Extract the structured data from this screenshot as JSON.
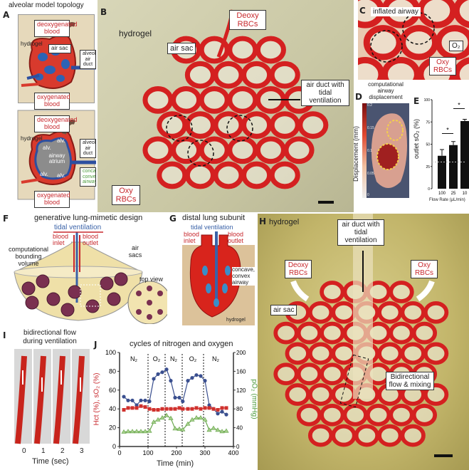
{
  "panels": {
    "A": {
      "letter": "A",
      "title": "alveolar model topology",
      "hydrogel": "hydrogel",
      "deoxy": "deoxygenated blood",
      "oxy": "oxygenated blood",
      "air_sac": "air sac",
      "air_duct": "alveolar air duct",
      "alv": "alv.",
      "atrium": "airway atrium",
      "airway": "concave, convex airway"
    },
    "B": {
      "letter": "B",
      "hydrogel": "hydrogel",
      "deoxy": "Deoxy RBCs",
      "air_sac": "air sac",
      "air_duct": "air duct with tidal ventilation",
      "oxy": "Oxy RBCs"
    },
    "C": {
      "letter": "C",
      "inflated": "inflated airway",
      "o2": "O₂",
      "oxy": "Oxy RBCs"
    },
    "D": {
      "letter": "D",
      "title": "computational airway displacement",
      "axis": "Displacement (mm)",
      "ticks": [
        "0.2",
        "0.15",
        "0.1",
        "0.05",
        "0"
      ]
    },
    "F": {
      "letter": "F",
      "title": "generative lung-mimetic design",
      "tidal": "tidal ventilation",
      "inlet": "blood inlet",
      "outlet": "blood outlet",
      "bounding": "computational bounding volume",
      "air_sacs": "air sacs",
      "top_view": "top view"
    },
    "G": {
      "letter": "G",
      "title": "distal lung subunit",
      "tidal": "tidal ventilation",
      "inlet": "blood inlet",
      "outlet": "blood outlet",
      "airway": "concave, convex airway",
      "hydrogel": "hydrogel"
    },
    "H": {
      "letter": "H",
      "hydrogel": "hydrogel",
      "air_duct": "air duct with tidal ventilation",
      "deoxy": "Deoxy RBCs",
      "oxy": "Oxy RBCs",
      "air_sac": "air sac",
      "flow": "Bidirectional flow & mixing"
    },
    "I": {
      "letter": "I",
      "title": "bidirectional flow during ventilation",
      "frames": [
        "0",
        "1",
        "2",
        "3"
      ],
      "xlabel": "Time (sec)"
    }
  },
  "chart_data": [
    {
      "id": "E",
      "letter": "E",
      "type": "bar",
      "categories": [
        "100",
        "25",
        "10"
      ],
      "values": [
        37,
        49,
        76
      ],
      "errors": [
        7,
        4,
        2
      ],
      "ylabel": "outlet sO₂ (%)",
      "xlabel": "Flow Rate (µL/min)",
      "ylim": [
        0,
        100
      ],
      "yticks": [
        0,
        25,
        50,
        75,
        100
      ],
      "reference_line": 30,
      "significance": [
        "*",
        "*"
      ],
      "color": "#111111"
    },
    {
      "id": "J",
      "letter": "J",
      "type": "line",
      "title": "cycles of nitrogen and oxygen",
      "xlabel": "Time (min)",
      "ylabel_left": "Hct (%), sO₂ (%)",
      "ylabel_right": "pO₂ (mmHg)",
      "xlim": [
        0,
        400
      ],
      "ylim_left": [
        0,
        100
      ],
      "ylim_right": [
        0,
        200
      ],
      "xticks": [
        0,
        100,
        200,
        300,
        400
      ],
      "yticks_left": [
        0,
        20,
        40,
        60,
        80,
        100
      ],
      "yticks_right": [
        0,
        40,
        80,
        120,
        160,
        200
      ],
      "phase_boundaries": [
        100,
        160,
        220,
        295
      ],
      "phases": [
        "N₂",
        "O₂",
        "N₂",
        "O₂",
        "N₂"
      ],
      "x": [
        15,
        30,
        45,
        60,
        75,
        90,
        105,
        120,
        135,
        150,
        165,
        180,
        195,
        210,
        222,
        240,
        255,
        270,
        285,
        300,
        315,
        330,
        345,
        360,
        375
      ],
      "series": [
        {
          "name": "sO₂",
          "axis": "left",
          "marker": "circle",
          "color": "#3a4f8f",
          "values": [
            53,
            49,
            49,
            44,
            49,
            49,
            48,
            72,
            77,
            79,
            82,
            70,
            52,
            52,
            48,
            70,
            73,
            76,
            75,
            70,
            44,
            40,
            35,
            37,
            34
          ]
        },
        {
          "name": "Hct",
          "axis": "left",
          "marker": "square",
          "color": "#d0312d",
          "values": [
            39,
            41,
            41,
            41,
            43,
            42,
            40,
            39,
            39,
            40,
            40,
            40,
            40,
            41,
            40,
            40,
            40,
            41,
            40,
            41,
            41,
            40,
            39,
            41,
            41
          ]
        },
        {
          "name": "pO₂",
          "axis": "right",
          "marker": "triangle",
          "color": "#6aa84f",
          "values": [
            31,
            32,
            32,
            32,
            32,
            32,
            33,
            52,
            57,
            61,
            66,
            60,
            38,
            37,
            36,
            48,
            57,
            61,
            61,
            57,
            35,
            39,
            35,
            32,
            33
          ]
        }
      ]
    }
  ]
}
